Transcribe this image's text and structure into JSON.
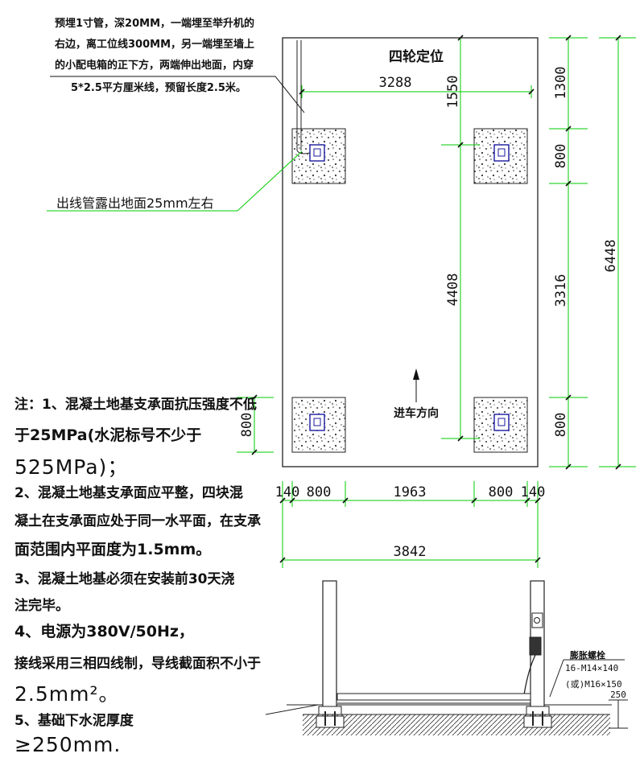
{
  "top_note": {
    "line1": "预埋1寸管，深20MM，一端埋至举升机的",
    "line2": "右边，离工位线300MM，另一端埋至墙上",
    "line3": "的小配电箱的正下方，两端伸出地面，内穿",
    "line4": "5*2.5平方厘米线，预留长度2.5米。"
  },
  "outlet_note": "出线管露出地面25mm左右",
  "plan_title": "四轮定位",
  "entry_direction": "进车方向",
  "dimensions": {
    "inner_width": "3288",
    "top_offset": "1550",
    "pad_to_pad": "4408",
    "right_top": "1300",
    "right_pad_top": "800",
    "right_middle": "3316",
    "right_pad_bottom": "800",
    "total_length": "6448",
    "left_pad": "800",
    "bottom_140_left": "140",
    "bottom_800_left": "800",
    "bottom_middle": "1963",
    "bottom_800_right": "800",
    "bottom_140_right": "140",
    "total_width": "3842",
    "foundation_depth": "250"
  },
  "bolt_note": {
    "title": "膨胀螺栓",
    "line1": "16-M14×140",
    "line2": "(或)M16×150"
  },
  "notes": {
    "n1_a": "注：1、混凝土地基支承面抗压强度不低",
    "n1_b": "于25MPa(水泥标号不少于",
    "n1_c": "525MPa)；",
    "n2_a": "2、混凝土地基支承面应平整，四块混",
    "n2_b": "凝土在支承面应处于同一水平面，在支承",
    "n2_c": "面范围内平面度为1.5mm。",
    "n3_a": "3、混凝土地基必须在安装前30天浇",
    "n3_b": "注完毕。",
    "n4_a": "4、电源为380V/50Hz，",
    "n4_b": "接线采用三相四线制，导线截面积不小于",
    "n4_c": "2.5mm²。",
    "n5_a": "5、基础下水泥厚度",
    "n5_b": "≥250mm."
  },
  "colors": {
    "dimension": "#00cc00",
    "outline": "#222222",
    "pad_marker": "#1a1aa0"
  }
}
